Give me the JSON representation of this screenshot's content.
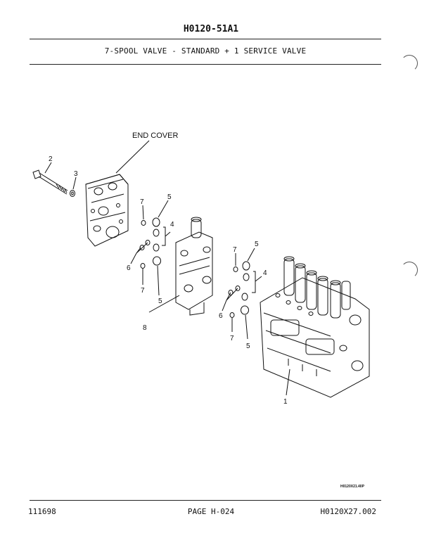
{
  "header": {
    "doc_code": "H0120-51A1"
  },
  "title": "7-SPOOL VALVE - STANDARD + 1 SERVICE VALVE",
  "diagram": {
    "callouts": {
      "end_cover": "END COVER",
      "c1": "1",
      "c2": "2",
      "c3": "3",
      "c4a": "4",
      "c4b": "4",
      "c5a": "5",
      "c5b": "5",
      "c5c": "5",
      "c5d": "5",
      "c6a": "6",
      "c6b": "6",
      "c7a": "7",
      "c7b": "7",
      "c7c": "7",
      "c7d": "7",
      "c8": "8"
    },
    "figure_ref": "H0120X21.40P"
  },
  "footer": {
    "date": "111698",
    "page": "PAGE H-024",
    "ref": "H0120X27.002"
  }
}
